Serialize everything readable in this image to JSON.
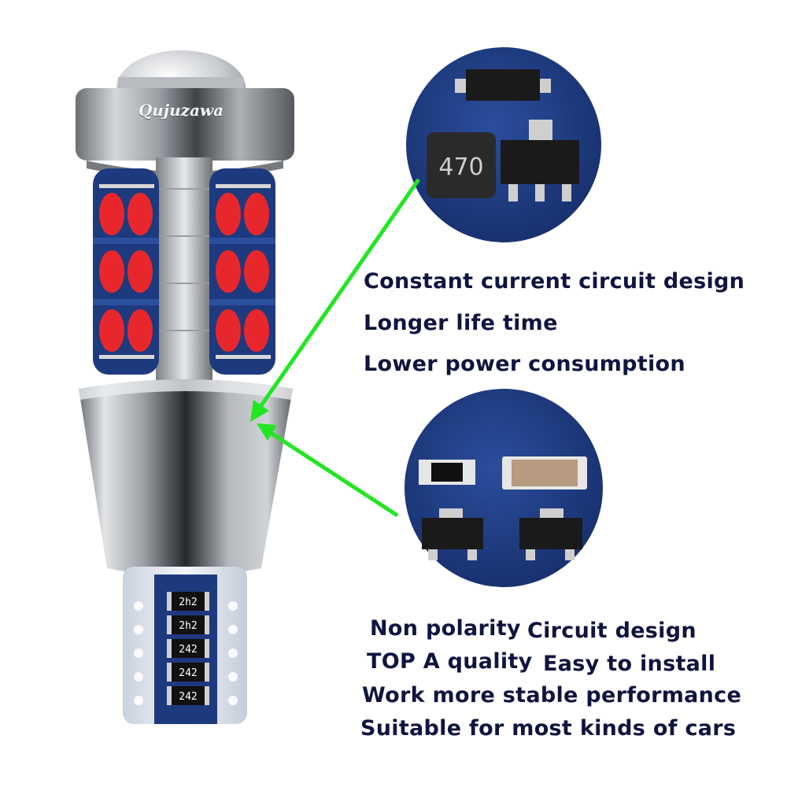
{
  "brand": "Qujuzawa",
  "component_markings": {
    "inductor": "470",
    "resistors": [
      "2h2",
      "2h2",
      "242",
      "242",
      "242"
    ]
  },
  "features_top": [
    "Constant current circuit design",
    "Longer life time",
    "Lower power consumption"
  ],
  "features_bottom": [
    {
      "a": "Non polarity",
      "b": "Circuit design"
    },
    {
      "a": "TOP A quality",
      "b": "Easy to install"
    },
    {
      "a": "Work more stable performance",
      "b": ""
    },
    {
      "a": "Suitable for most kinds of cars",
      "b": ""
    }
  ],
  "colors": {
    "pcb_blue": "#1e3a7e",
    "led_red": "#e8272c",
    "arrow_green": "#22e622",
    "text": "#0f1440"
  }
}
